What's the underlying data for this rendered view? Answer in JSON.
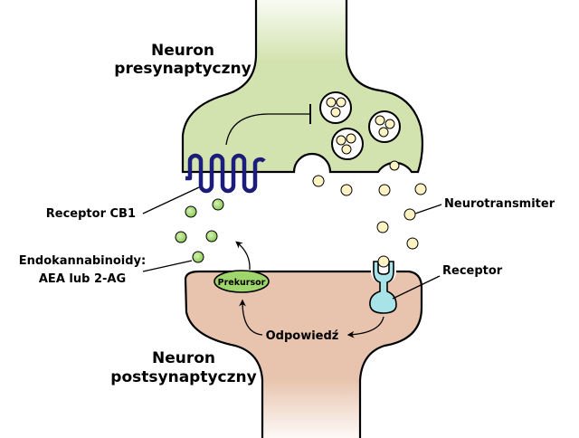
{
  "labels": {
    "presynaptic_line1": "Neuron",
    "presynaptic_line2": "presynaptyczny",
    "postsynaptic_line1": "Neuron",
    "postsynaptic_line2": "postsynaptyczny",
    "receptor_cb1": "Receptor CB1",
    "endocannabinoids_line1": "Endokannabinoidy:",
    "endocannabinoids_line2": "AEA lub 2-AG",
    "neurotransmitter": "Neurotransmiter",
    "receptor": "Receptor",
    "precursor": "Prekursor",
    "response": "Odpowiedź"
  },
  "colors": {
    "presynaptic_fill": "#d3e3b0",
    "postsynaptic_fill": "#e8c4ae",
    "cb1_receptor": "#1c1c7a",
    "receptor": "#a8e3e8",
    "neurotransmitter_vesicle": "#fff3c4",
    "endocannabinoid": "#9fd66b",
    "precursor_fill": "#9fd66b"
  }
}
